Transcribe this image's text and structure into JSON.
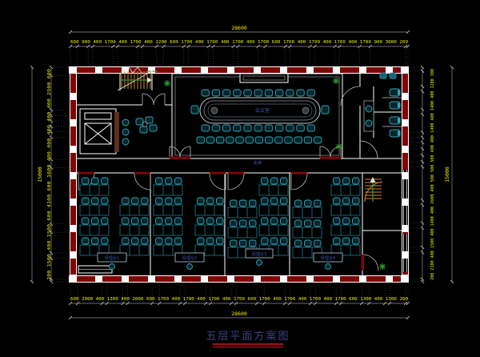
{
  "title_block": {
    "title": "五层平面方案图"
  },
  "colors": {
    "background": "#000000",
    "wall_red": "#7E0606",
    "wall_white": "#FFFFFF",
    "dim_text_yellow": "#F0F000",
    "furniture_cyan": "#2FA8BC",
    "desk_teal": "#17636F",
    "stair_orange": "#D2882A",
    "plant_green": "#2E9E2E",
    "label_blue": "#4253A8",
    "title_blue": "#3A4280",
    "underline_red": "#C41212"
  },
  "rooms": {
    "conference": {
      "label": "会议室"
    },
    "corridor": {
      "label": "走廊"
    },
    "offices": [
      {
        "desk_label": "经理台1"
      },
      {
        "desk_label": "经理台2"
      },
      {
        "desk_label": "经理台3"
      },
      {
        "desk_label": "经理台4"
      }
    ]
  },
  "dimensions": {
    "top": {
      "overall": "28600",
      "segments": "600 900 400 1700 400 1700 400 1200 600 1700 400 1700 400 1700 400 1700 600 1700 400 1700 400 1700 400 1700 900 3000 200"
    },
    "bottom": {
      "overall": "28600",
      "segments": "600 2000 400 1300 400 2000 600 1700 400 1700 400 1700 400 1700 600 1700 400 1700 400 1700 400 1700 600 1300 400 1300 200"
    },
    "left": {
      "overall": "15000",
      "segments_bottom_to_top": "200 1500 400 1500 600 4100 600 1600 400 400 400 400 400 2500 600"
    },
    "right": {
      "overall": "15000",
      "segments_bottom_to_top": "200 2100 400 1500 400 1400 400 2600 400 500 500 500 400 400 1400 400 1400 400 1200 300"
    }
  }
}
